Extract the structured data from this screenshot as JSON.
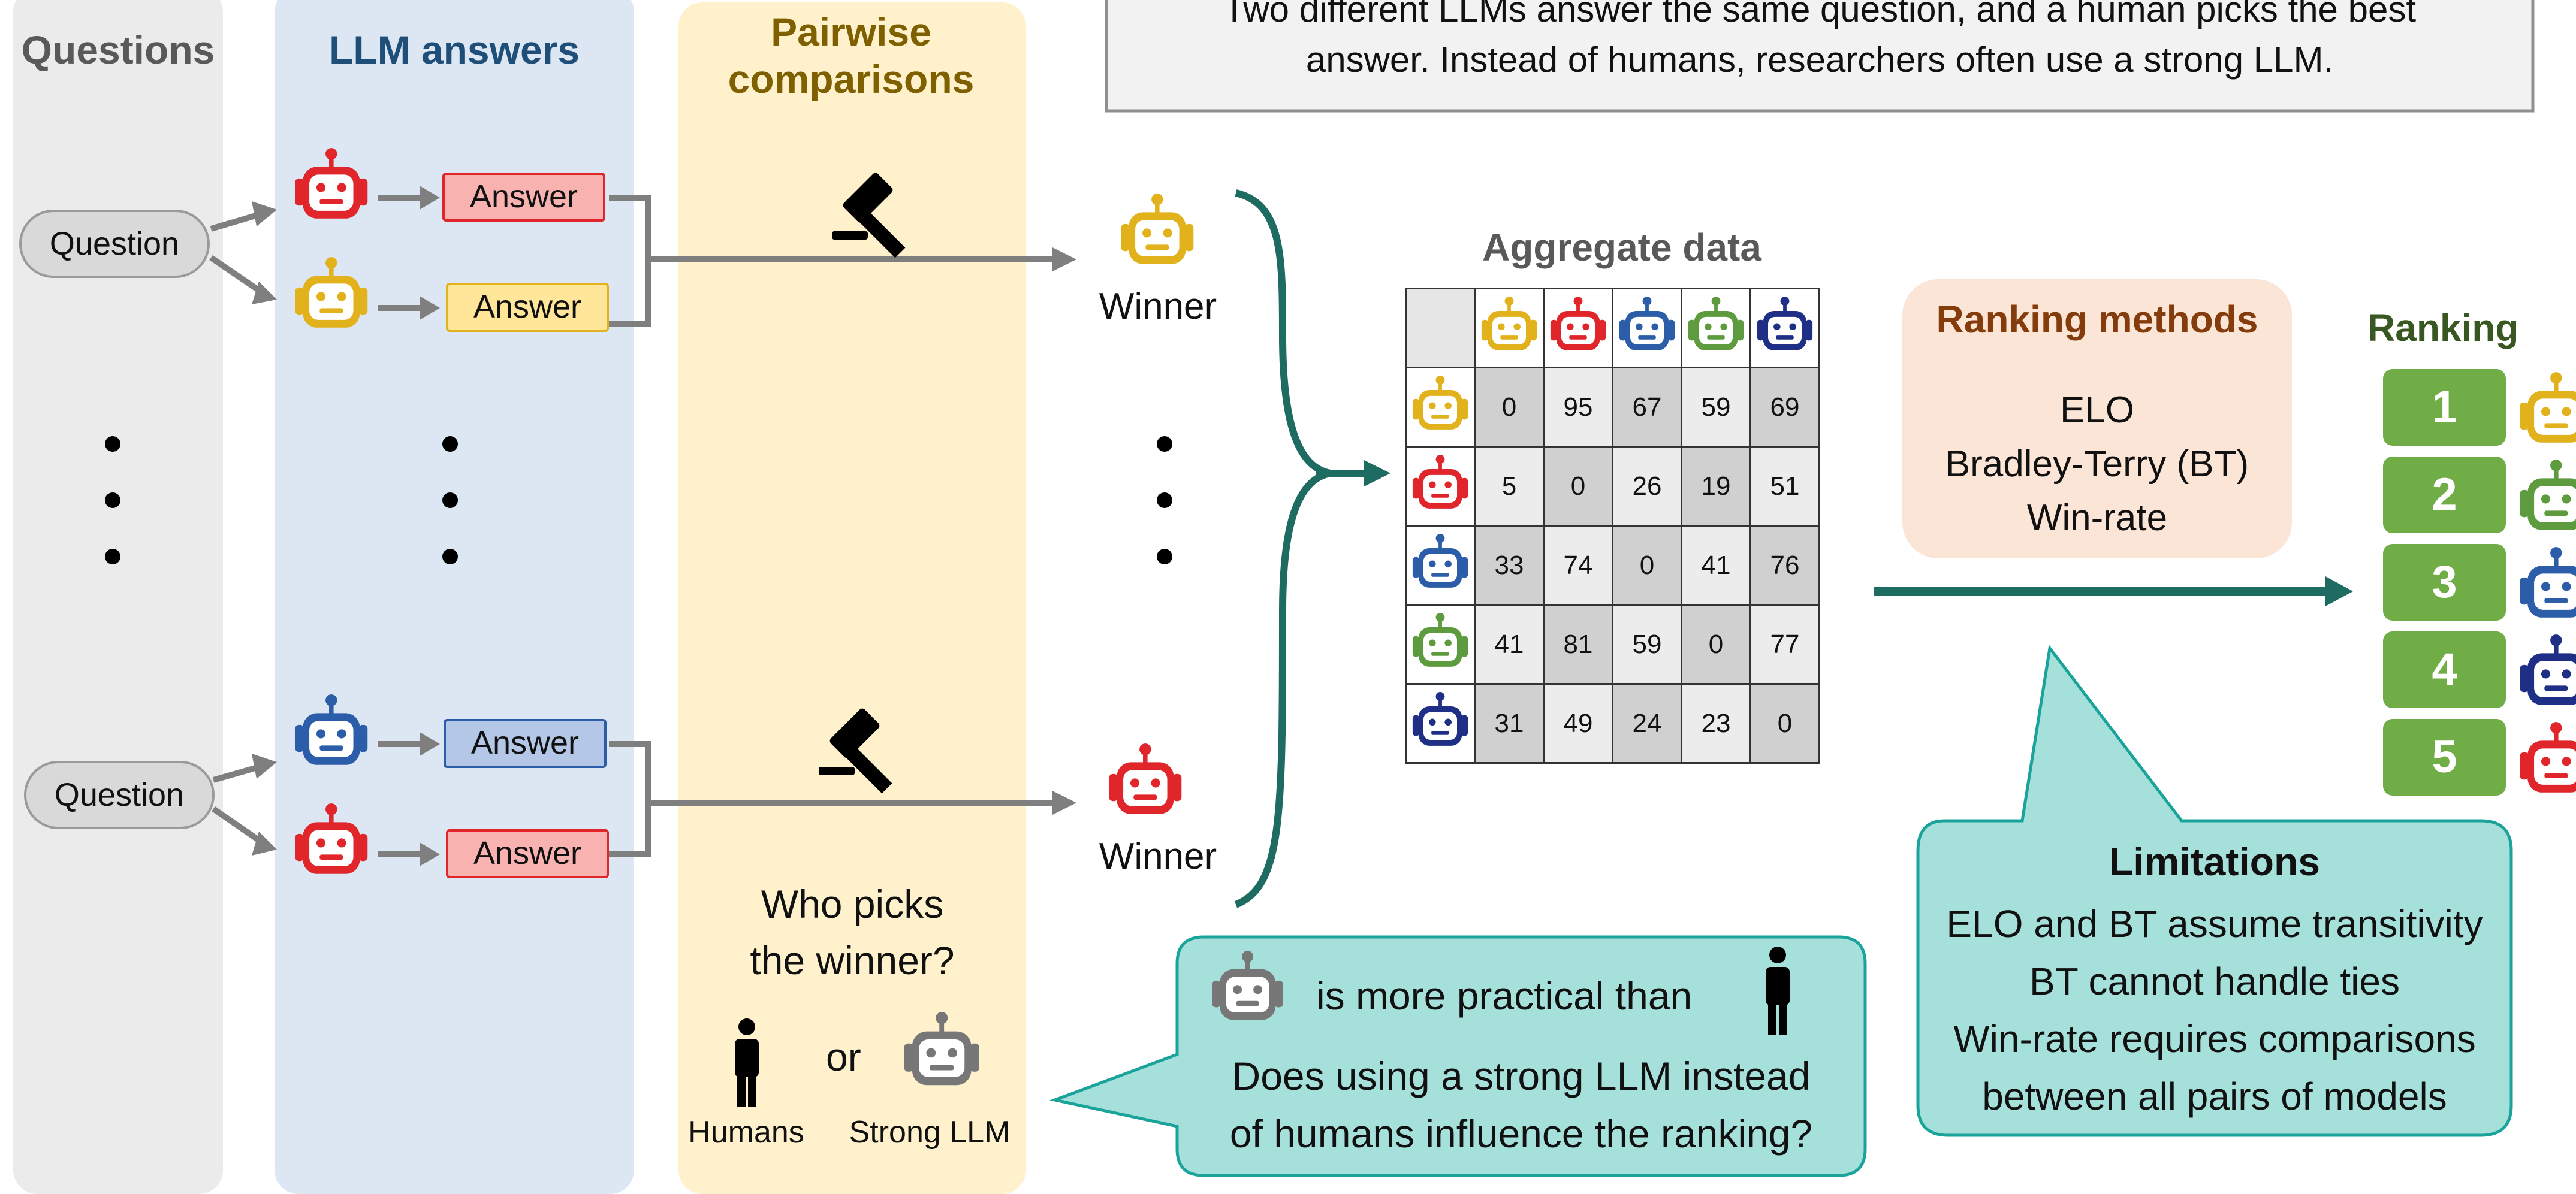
{
  "columns": {
    "questions_title": "Questions",
    "answers_title": "LLM answers",
    "comparisons_title": "Pairwise comparisons"
  },
  "top_note": {
    "line1": "Two different LLMs answer the same question, and a human picks the best",
    "line2": "answer. Instead of humans, researchers often use a strong LLM."
  },
  "question_label": "Question",
  "answer_label": "Answer",
  "winner_label": "Winner",
  "who_picks": {
    "line1": "Who picks",
    "line2": "the winner?"
  },
  "options": {
    "humans": "Humans",
    "or": "or",
    "strong_llm": "Strong LLM"
  },
  "aggregate": {
    "title": "Aggregate data",
    "order": [
      "yellow",
      "red",
      "blue",
      "green",
      "navy"
    ],
    "matrix": [
      [
        "0",
        "95",
        "67",
        "59",
        "69"
      ],
      [
        "5",
        "0",
        "26",
        "19",
        "51"
      ],
      [
        "33",
        "74",
        "0",
        "41",
        "76"
      ],
      [
        "41",
        "81",
        "59",
        "0",
        "77"
      ],
      [
        "31",
        "49",
        "24",
        "23",
        "0"
      ]
    ]
  },
  "ranking_methods": {
    "title": "Ranking methods",
    "items": [
      "ELO",
      "Bradley-Terry (BT)",
      "Win-rate"
    ]
  },
  "ranking": {
    "title": "Ranking",
    "positions": [
      "1",
      "2",
      "3",
      "4",
      "5"
    ],
    "robots": [
      "yellow",
      "green",
      "blue",
      "navy",
      "red"
    ]
  },
  "limitations": {
    "title": "Limitations",
    "items": [
      "ELO and BT assume transitivity",
      "BT cannot handle ties",
      "Win-rate requires comparisons",
      "between all pairs of models"
    ]
  },
  "practical": {
    "line1": "is more practical than",
    "line2": "Does using a strong LLM instead",
    "line3": "of humans influence the ranking?"
  },
  "colors": {
    "yellow": "#e2b21c",
    "red": "#e0252b",
    "blue": "#2c5da8",
    "green": "#5e9b3e",
    "navy": "#1f2f86",
    "gray_robot": "#777777",
    "teal": "#1e6b61",
    "rank_green": "#70ad47"
  }
}
